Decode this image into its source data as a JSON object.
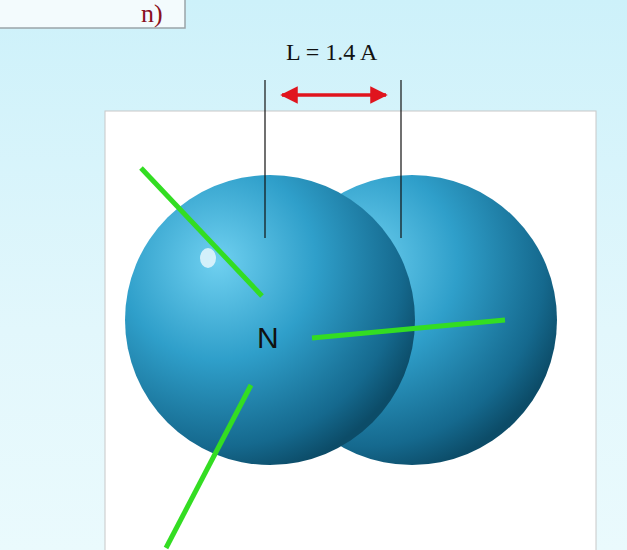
{
  "diagram": {
    "labels": [
      "n)",
      "L = 1.4 A",
      "N"
    ]
  }
}
